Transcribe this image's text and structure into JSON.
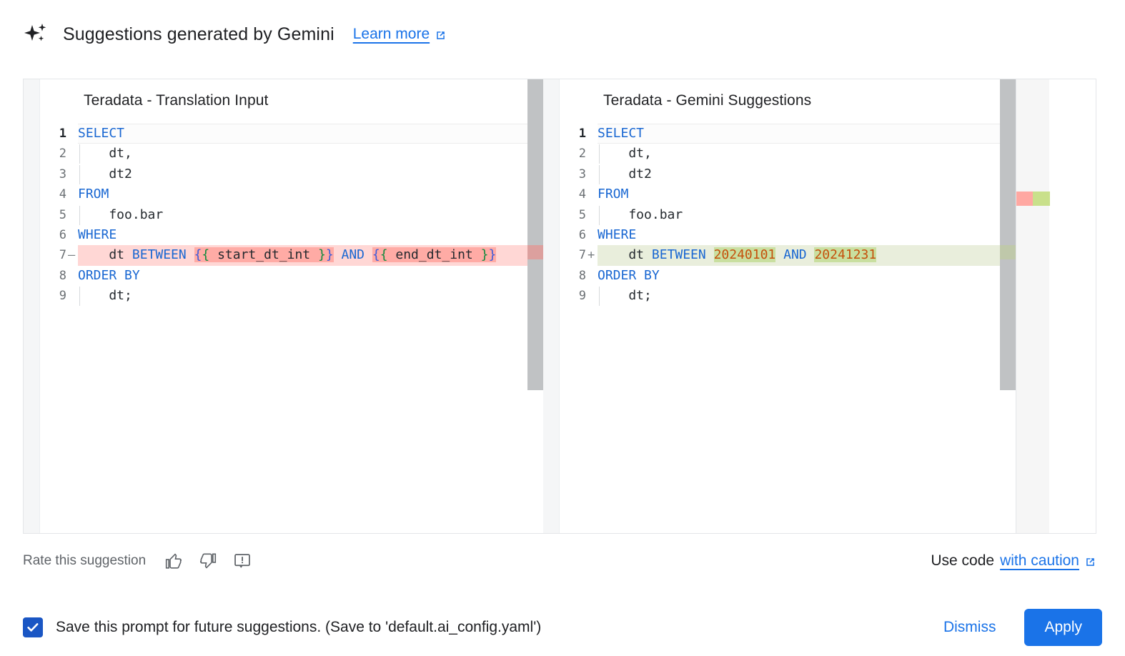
{
  "header": {
    "icon": "gemini-sparkle-icon",
    "title": "Suggestions generated by Gemini",
    "learn_more": "Learn more",
    "external_icon": "external-link-icon"
  },
  "diff": {
    "left": {
      "title": "Teradata - Translation Input",
      "lines": [
        {
          "n": "1",
          "sign": "",
          "state": "current",
          "indent": false,
          "tokens": [
            {
              "t": "SELECT",
              "c": "kw"
            }
          ]
        },
        {
          "n": "2",
          "sign": "",
          "state": "normal",
          "indent": true,
          "tokens": [
            {
              "t": "    dt,",
              "c": ""
            }
          ]
        },
        {
          "n": "3",
          "sign": "",
          "state": "normal",
          "indent": true,
          "tokens": [
            {
              "t": "    dt2",
              "c": ""
            }
          ]
        },
        {
          "n": "4",
          "sign": "",
          "state": "normal",
          "indent": false,
          "tokens": [
            {
              "t": "FROM",
              "c": "kw"
            }
          ]
        },
        {
          "n": "5",
          "sign": "",
          "state": "normal",
          "indent": true,
          "tokens": [
            {
              "t": "    foo.bar",
              "c": ""
            }
          ]
        },
        {
          "n": "6",
          "sign": "",
          "state": "normal",
          "indent": false,
          "tokens": [
            {
              "t": "WHERE",
              "c": "kw"
            }
          ]
        },
        {
          "n": "7",
          "sign": "—",
          "state": "deleted",
          "indent": false,
          "tokens": [
            {
              "t": "    dt ",
              "c": ""
            },
            {
              "t": "BETWEEN",
              "c": "kw"
            },
            {
              "t": " ",
              "c": ""
            },
            {
              "t": "{",
              "c": "br1 wdel"
            },
            {
              "t": "{",
              "c": "br2 wdel"
            },
            {
              "t": " start_dt_int ",
              "c": "wdel"
            },
            {
              "t": "}",
              "c": "br2 wdel"
            },
            {
              "t": "}",
              "c": "br1 wdel"
            },
            {
              "t": " ",
              "c": ""
            },
            {
              "t": "AND",
              "c": "kw"
            },
            {
              "t": " ",
              "c": ""
            },
            {
              "t": "{",
              "c": "br1 wdel"
            },
            {
              "t": "{",
              "c": "br2 wdel"
            },
            {
              "t": " end_dt_int ",
              "c": "wdel"
            },
            {
              "t": "}",
              "c": "br2 wdel"
            },
            {
              "t": "}",
              "c": "br1 wdel"
            }
          ]
        },
        {
          "n": "8",
          "sign": "",
          "state": "normal",
          "indent": false,
          "tokens": [
            {
              "t": "ORDER BY",
              "c": "kw"
            }
          ]
        },
        {
          "n": "9",
          "sign": "",
          "state": "normal",
          "indent": true,
          "tokens": [
            {
              "t": "    dt;",
              "c": ""
            }
          ]
        }
      ]
    },
    "right": {
      "title": "Teradata - Gemini Suggestions",
      "lines": [
        {
          "n": "1",
          "sign": "",
          "state": "current",
          "indent": false,
          "tokens": [
            {
              "t": "SELECT",
              "c": "kw"
            }
          ]
        },
        {
          "n": "2",
          "sign": "",
          "state": "normal",
          "indent": true,
          "tokens": [
            {
              "t": "    dt,",
              "c": ""
            }
          ]
        },
        {
          "n": "3",
          "sign": "",
          "state": "normal",
          "indent": true,
          "tokens": [
            {
              "t": "    dt2",
              "c": ""
            }
          ]
        },
        {
          "n": "4",
          "sign": "",
          "state": "normal",
          "indent": false,
          "tokens": [
            {
              "t": "FROM",
              "c": "kw"
            }
          ]
        },
        {
          "n": "5",
          "sign": "",
          "state": "normal",
          "indent": true,
          "tokens": [
            {
              "t": "    foo.bar",
              "c": ""
            }
          ]
        },
        {
          "n": "6",
          "sign": "",
          "state": "normal",
          "indent": false,
          "tokens": [
            {
              "t": "WHERE",
              "c": "kw"
            }
          ]
        },
        {
          "n": "7",
          "sign": "+",
          "state": "added",
          "indent": false,
          "tokens": [
            {
              "t": "    dt ",
              "c": ""
            },
            {
              "t": "BETWEEN",
              "c": "kw"
            },
            {
              "t": " ",
              "c": ""
            },
            {
              "t": "20240101",
              "c": "num wadd"
            },
            {
              "t": " ",
              "c": ""
            },
            {
              "t": "AND",
              "c": "kw"
            },
            {
              "t": " ",
              "c": ""
            },
            {
              "t": "20241231",
              "c": "num wadd"
            }
          ]
        },
        {
          "n": "8",
          "sign": "",
          "state": "normal",
          "indent": false,
          "tokens": [
            {
              "t": "ORDER BY",
              "c": "kw"
            }
          ]
        },
        {
          "n": "9",
          "sign": "",
          "state": "normal",
          "indent": true,
          "tokens": [
            {
              "t": "    dt;",
              "c": ""
            }
          ]
        }
      ]
    },
    "overview_markers": [
      {
        "name": "deleted-marker",
        "color": "#ffa8a2"
      },
      {
        "name": "added-marker",
        "color": "#c9e08b"
      }
    ]
  },
  "rate": {
    "label": "Rate this suggestion",
    "thumb_up": "thumb-up-icon",
    "thumb_down": "thumb-down-icon",
    "report": "report-feedback-icon",
    "use_code_prefix": "Use code",
    "use_code_link": "with caution"
  },
  "footer": {
    "checkbox_checked": true,
    "checkbox_label": "Save this prompt for future suggestions. (Save to 'default.ai_config.yaml')",
    "dismiss": "Dismiss",
    "apply": "Apply"
  },
  "colors": {
    "accent": "#1a73e8",
    "keyword": "#1967d2",
    "number": "#c5500b",
    "deleted_line": "#ffd7d5",
    "deleted_word": "#ffaba5",
    "added_line": "#e9eedc",
    "added_word": "#c9dfa0"
  }
}
